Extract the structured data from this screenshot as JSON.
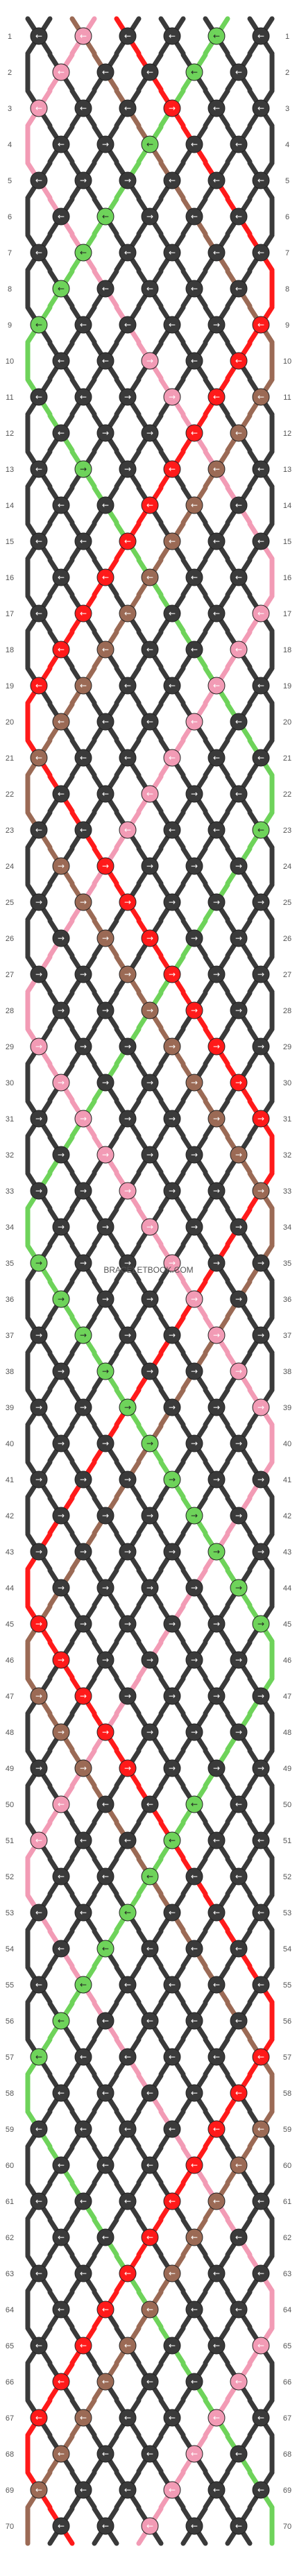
{
  "site": {
    "watermark": "BRACELETBOOK.COM"
  },
  "colors": {
    "A": "#3a3a3a",
    "B": "#6ed35a",
    "C": "#9b6a55",
    "D": "#f29bb5",
    "E": "#ff1a1a",
    "F": "#ffffff"
  },
  "strings_top": [
    "A",
    "A",
    "C",
    "D",
    "E",
    "A",
    "A",
    "A",
    "A",
    "B",
    "A",
    "A"
  ],
  "rows": [
    [
      "←",
      "←",
      "←",
      "←",
      "←",
      "←"
    ],
    [
      "←",
      "←",
      "←",
      "←",
      "←",
      "←"
    ],
    [
      "←",
      "←",
      "←",
      "→",
      "←",
      "←"
    ],
    [
      "←",
      "→",
      "←",
      "←",
      "←",
      "←"
    ],
    [
      "←",
      "→",
      "→",
      "←",
      "←",
      "←"
    ],
    [
      "←",
      "←",
      "→",
      "←",
      "←",
      "←"
    ],
    [
      "←",
      "←",
      "←",
      "←",
      "←",
      "←"
    ],
    [
      "←",
      "←",
      "←",
      "←",
      "←",
      "←"
    ],
    [
      "←",
      "←",
      "←",
      "←",
      "→",
      "←"
    ],
    [
      "←",
      "←",
      "→",
      "←",
      "←",
      "←"
    ],
    [
      "←",
      "←",
      "→",
      "→",
      "←",
      "←"
    ],
    [
      "←",
      "→",
      "→",
      "←",
      "←",
      "←"
    ],
    [
      "←",
      "→",
      "→",
      "←",
      "←",
      "←"
    ],
    [
      "←",
      "←",
      "←",
      "←",
      "←",
      "←"
    ],
    [
      "←",
      "←",
      "←",
      "←",
      "←",
      "←"
    ],
    [
      "←",
      "←",
      "←",
      "←",
      "←",
      "←"
    ],
    [
      "←",
      "←",
      "←",
      "←",
      "←",
      "←"
    ],
    [
      "←",
      "←",
      "←",
      "←",
      "←",
      "←"
    ],
    [
      "←",
      "←",
      "←",
      "←",
      "←",
      "←"
    ],
    [
      "←",
      "←",
      "←",
      "←",
      "←",
      "←"
    ],
    [
      "←",
      "←",
      "←",
      "←",
      "←",
      "←"
    ],
    [
      "←",
      "←",
      "←",
      "→",
      "←",
      "←"
    ],
    [
      "←",
      "←",
      "←",
      "←",
      "←",
      "←"
    ],
    [
      "→",
      "→",
      "→",
      "→",
      "→",
      "→"
    ],
    [
      "→",
      "→",
      "→",
      "→",
      "→",
      "→"
    ],
    [
      "→",
      "→",
      "→",
      "→",
      "→",
      "→"
    ],
    [
      "→",
      "→",
      "→",
      "→",
      "→",
      "→"
    ],
    [
      "→",
      "→",
      "→",
      "→",
      "→",
      "→"
    ],
    [
      "→",
      "→",
      "→",
      "→",
      "→",
      "→"
    ],
    [
      "→",
      "→",
      "→",
      "→",
      "→",
      "→"
    ],
    [
      "→",
      "→",
      "→",
      "→",
      "→",
      "→"
    ],
    [
      "→",
      "→",
      "→",
      "→",
      "→",
      "→"
    ],
    [
      "→",
      "→",
      "→",
      "→",
      "→",
      "→"
    ],
    [
      "→",
      "→",
      "→",
      "→",
      "→",
      "→"
    ],
    [
      "→",
      "→",
      "→",
      "→",
      "→",
      "→"
    ],
    [
      "→",
      "→",
      "→",
      "→",
      "→",
      "→"
    ],
    [
      "→",
      "→",
      "→",
      "→",
      "→",
      "→"
    ],
    [
      "→",
      "→",
      "→",
      "→",
      "→",
      "→"
    ],
    [
      "→",
      "→",
      "→",
      "→",
      "→",
      "→"
    ],
    [
      "→",
      "→",
      "→",
      "→",
      "→",
      "→"
    ],
    [
      "→",
      "→",
      "→",
      "→",
      "→",
      "→"
    ],
    [
      "→",
      "→",
      "→",
      "→",
      "→",
      "→"
    ],
    [
      "→",
      "→",
      "→",
      "→",
      "→",
      "→"
    ],
    [
      "→",
      "→",
      "→",
      "→",
      "→",
      "→"
    ],
    [
      "→",
      "→",
      "→",
      "→",
      "→",
      "→"
    ],
    [
      "→",
      "→",
      "→",
      "→",
      "→",
      "→"
    ],
    [
      "→",
      "→",
      "→",
      "→",
      "→",
      "→"
    ],
    [
      "→",
      "→",
      "→",
      "→",
      "→",
      "→"
    ],
    [
      "→",
      "→",
      "→",
      "→",
      "→",
      "→"
    ],
    [
      "←",
      "←",
      "←",
      "←",
      "←",
      "←"
    ],
    [
      "←",
      "←",
      "←",
      "←",
      "←",
      "←"
    ],
    [
      "←",
      "←",
      "←",
      "←",
      "←",
      "←"
    ],
    [
      "←",
      "←",
      "←",
      "←",
      "←",
      "←"
    ],
    [
      "←",
      "←",
      "←",
      "←",
      "←",
      "←"
    ],
    [
      "←",
      "←",
      "←",
      "←",
      "←",
      "←"
    ],
    [
      "←",
      "←",
      "←",
      "←",
      "←",
      "←"
    ],
    [
      "←",
      "←",
      "←",
      "←",
      "←",
      "←"
    ],
    [
      "←",
      "←",
      "←",
      "←",
      "←",
      "←"
    ],
    [
      "←",
      "←",
      "←",
      "←",
      "←",
      "←"
    ],
    [
      "←",
      "←",
      "←",
      "←",
      "←",
      "←"
    ],
    [
      "←",
      "←",
      "←",
      "←",
      "←",
      "←"
    ],
    [
      "←",
      "←",
      "←",
      "←",
      "←",
      "←"
    ],
    [
      "←",
      "←",
      "←",
      "←",
      "←",
      "←"
    ],
    [
      "←",
      "←",
      "←",
      "←",
      "←",
      "←"
    ],
    [
      "←",
      "←",
      "←",
      "←",
      "←",
      "←"
    ],
    [
      "←",
      "←",
      "←",
      "←",
      "←",
      "←"
    ],
    [
      "←",
      "←",
      "←",
      "←",
      "←",
      "←"
    ],
    [
      "←",
      "←",
      "←",
      "←",
      "←",
      "←"
    ],
    [
      "←",
      "←",
      "←",
      "←",
      "←",
      "←"
    ],
    [
      "←",
      "←",
      "←",
      "←",
      "←",
      "←"
    ]
  ]
}
